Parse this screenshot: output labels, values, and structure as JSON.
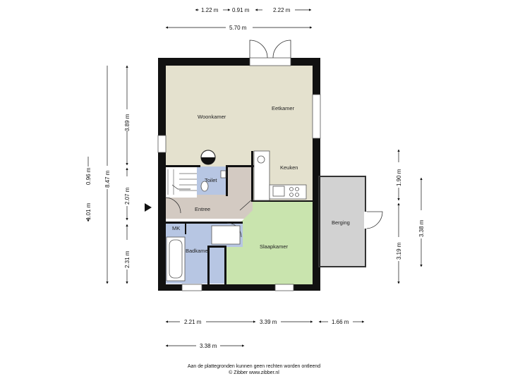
{
  "rooms": {
    "woonkamer": "Woonkamer",
    "eetkamer": "Eetkamer",
    "keuken": "Keuken",
    "toilet": "Toilet",
    "entree": "Entree",
    "mk": "MK",
    "badkamer": "Badkamer",
    "slaapkamer": "Slaapkamer",
    "berging": "Berging"
  },
  "dimensions": {
    "top_1": "1.22 m",
    "top_2": "0.91 m",
    "top_3": "2.22 m",
    "top_total": "5.70 m",
    "left_1": "3.89 m",
    "left_2": "2.07 m",
    "left_3": "2.31 m",
    "left_total": "8.47 m",
    "far_left_1": "1.01 m",
    "far_left_2": "0.96 m",
    "right_1": "1.90 m",
    "right_2": "3.19 m",
    "right_total": "3.38 m",
    "bottom_1": "2.21 m",
    "bottom_2": "3.39 m",
    "bottom_3": "1.66 m",
    "bottom_total": "3.38 m"
  },
  "colors": {
    "living": "#e4e1ce",
    "hall": "#d3cac2",
    "bath": "#b7c6e3",
    "bedroom": "#c9e4ae",
    "storage": "#d2d2d2",
    "wall": "#111111"
  },
  "footer": {
    "line1": "Aan de plattegronden kunnen geen rechten worden ontleend",
    "line2": "© Zibber www.zibber.nl"
  }
}
